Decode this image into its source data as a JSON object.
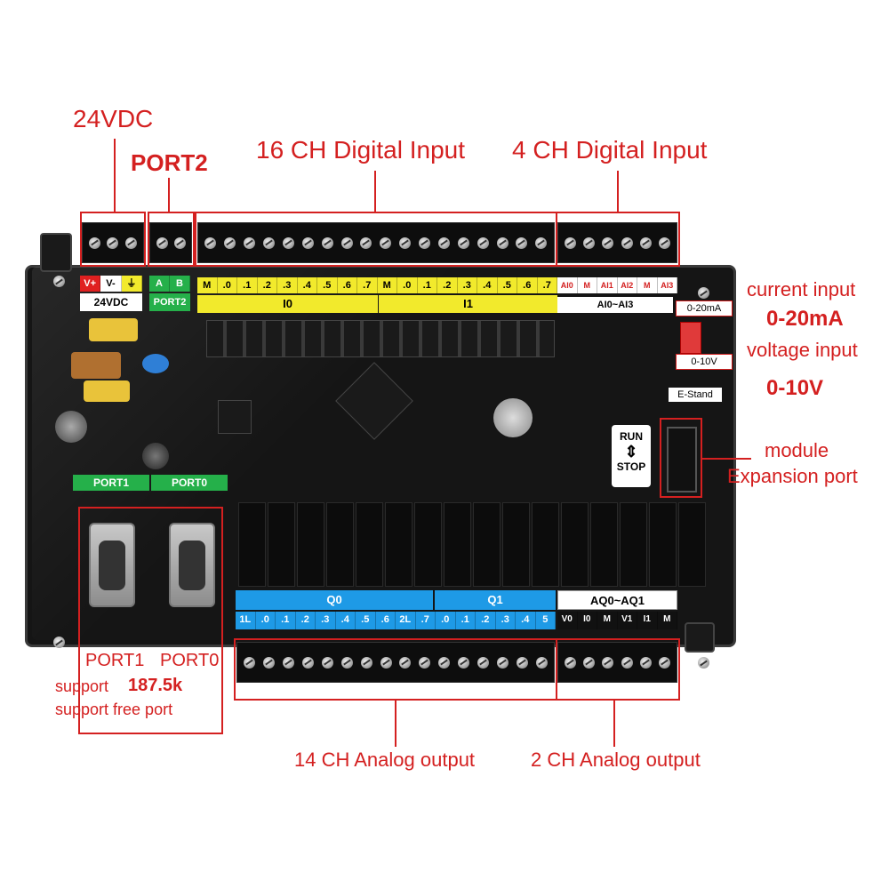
{
  "callouts": {
    "v24": "24VDC",
    "port2": "PORT2",
    "digital_16": "16 CH Digital Input",
    "digital_4": "4 CH Digital Input",
    "current_input": "current input",
    "current_range": "0-20mA",
    "voltage_input": "voltage input",
    "voltage_range": "0-10V",
    "module": "module",
    "expansion": "Expansion port",
    "port1_label": "PORT1",
    "port0_label": "PORT0",
    "support_baud_prefix": "support",
    "support_baud_value": "187.5k",
    "support_free": "support free port",
    "analog_14": "14 CH Analog output",
    "analog_2": "2 CH Analog output"
  },
  "board": {
    "power_labels": [
      "V+",
      "V-",
      "⏚"
    ],
    "power_caption": "24VDC",
    "port2_labels": [
      "A",
      "B"
    ],
    "port2_caption": "PORT2",
    "i_labels": [
      "M",
      ".0",
      ".1",
      ".2",
      ".3",
      ".4",
      ".5",
      ".6",
      ".7",
      "M",
      ".0",
      ".1",
      ".2",
      ".3",
      ".4",
      ".5",
      ".6",
      ".7"
    ],
    "i0_caption": "I0",
    "i1_caption": "I1",
    "ai_labels": [
      "AI0",
      "M",
      "AI1",
      "AI2",
      "M",
      "AI3"
    ],
    "ai_caption": "AI0~AI3",
    "ma_switch": "0-20mA",
    "v_switch": "0-10V",
    "stand": "E-Stand",
    "run": "RUN",
    "stop": "STOP",
    "port1_tab": "PORT1",
    "port0_tab": "PORT0",
    "q0_caption": "Q0",
    "q1_caption": "Q1",
    "aq_caption": "AQ0~AQ1",
    "q_labels": [
      "1L",
      ".0",
      ".1",
      ".2",
      ".3",
      ".4",
      ".5",
      ".6",
      "2L",
      ".7",
      ".0",
      ".1",
      ".2",
      ".3",
      ".4",
      "5"
    ],
    "aq_labels": [
      "V0",
      "I0",
      "M",
      "V1",
      "I1",
      "M"
    ]
  },
  "colors": {
    "callout_red": "#d42020",
    "label_yellow": "#f2ea2c",
    "label_blue": "#1e9ae6",
    "label_green": "#25b04a",
    "board_black": "#151515"
  }
}
